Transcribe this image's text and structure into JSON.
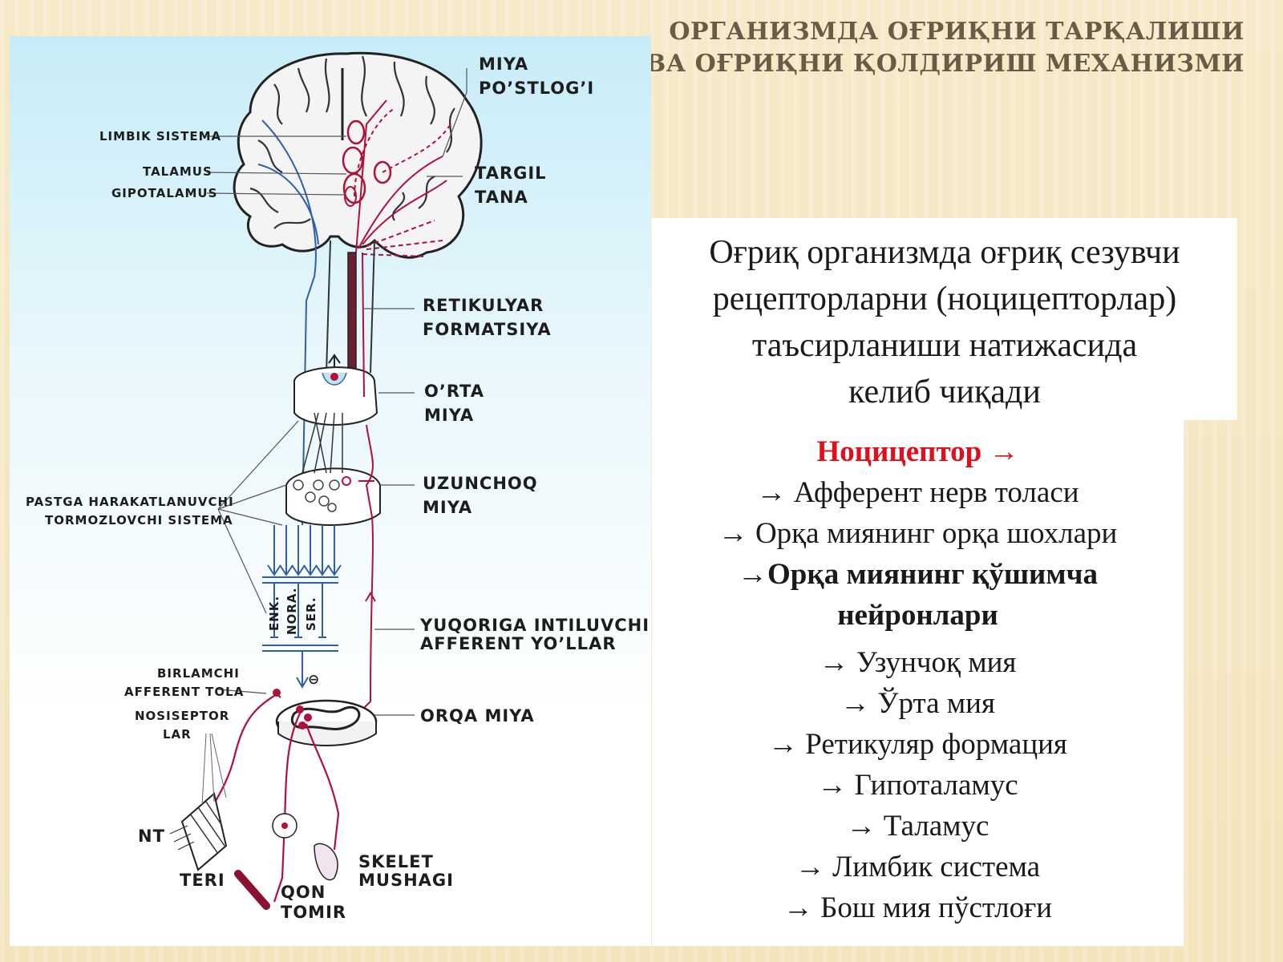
{
  "title": {
    "line1": "ОРГАНИЗМДА ОҒРИҚНИ ТАРҚАЛИШИ",
    "line2": "ВА ОҒРИҚНИ ҚОЛДИРИШ  МЕХАНИЗМИ"
  },
  "diagram": {
    "labels": {
      "miya_postlogi_1": "MIYA",
      "miya_postlogi_2": "PO’STLOG’I",
      "limbik": "LIMBIK SISTEMA",
      "talamus": "TALAMUS",
      "gipotalamus": "GIPOTALAMUS",
      "targil_1": "TARGIL",
      "targil_2": "TANA",
      "retikulyar_1": "RETIKULYAR",
      "retikulyar_2": "FORMATSIYA",
      "orta_1": "O’RTA",
      "orta_2": "MIYA",
      "uzunchoq_1": "UZUNCHOQ",
      "uzunchoq_2": "MIYA",
      "pastga_1": "PASTGA HARAKATLANUVCHI",
      "pastga_2": "TORMOZLOVCHI SISTEMA",
      "enk": "ENK.",
      "nora": "NORA.",
      "ser": "SER.",
      "yuqoriga_1": "YUQORIGA INTILUVCHI",
      "yuqoriga_2": "AFFERENT YO’LLAR",
      "birlamchi_1": "BIRLAMCHI",
      "birlamchi_2": "AFFERENT TOLA",
      "nosiseptor_1": "NOSISEPTOR",
      "nosiseptor_2": "LAR",
      "orqa_miya": "ORQA MIYA",
      "minus": "⊖",
      "nt": "NT",
      "teri": "TERI",
      "skelet_1": "SKELET",
      "skelet_2": "MUSHAGI",
      "qon_1": "QON",
      "qon_2": "TOMIR"
    }
  },
  "definition": {
    "lines": [
      "Оғриқ  организмда оғриқ сезувчи",
      "рецепторларни (ноцицепторлар)",
      "таъсирланиши  натижасида",
      "келиб чиқади"
    ]
  },
  "pathway": {
    "head": "Ноцицептор  →",
    "steps": [
      "→ Афферент нерв толаси",
      "→ Орқа миянинг орқа шохлари"
    ],
    "bold_steps": [
      "→Орқа миянинг қўшимча",
      "нейронлари"
    ],
    "tail_steps": [
      "→ Узунчоқ мия",
      "→ Ўрта мия",
      "→ Ретикуляр формация",
      "→ Гипоталамус",
      "→ Таламус",
      "→ Лимбик система",
      "→ Бош мия пўстлоғи"
    ]
  },
  "colors": {
    "title": "#6b5a45",
    "accent_red": "#e0101a",
    "nerve_red": "#b0103a",
    "nerve_blue": "#2f5fa8",
    "panel_top": "#c7ecf8"
  }
}
